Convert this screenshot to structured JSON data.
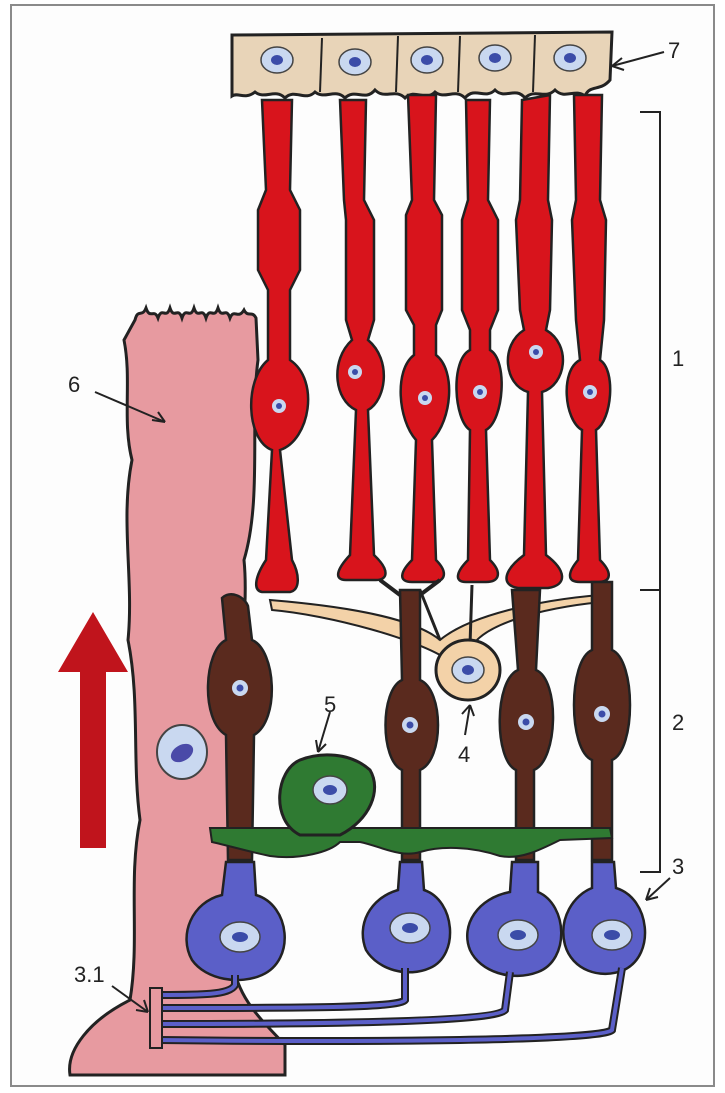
{
  "labels": {
    "l1": "1",
    "l2": "2",
    "l3": "3",
    "l31": "3.1",
    "l4": "4",
    "l5": "5",
    "l6": "6",
    "l7": "7"
  },
  "colors": {
    "photoreceptor": "#d8141c",
    "bipolar": "#5a2a1e",
    "ganglion": "#5b5fc8",
    "amacrine": "#2f7a32",
    "horizontal": "#f3d2a8",
    "muller": "#e79aa0",
    "pigment": "#e8d4b8",
    "arrow": "#c0141c"
  }
}
